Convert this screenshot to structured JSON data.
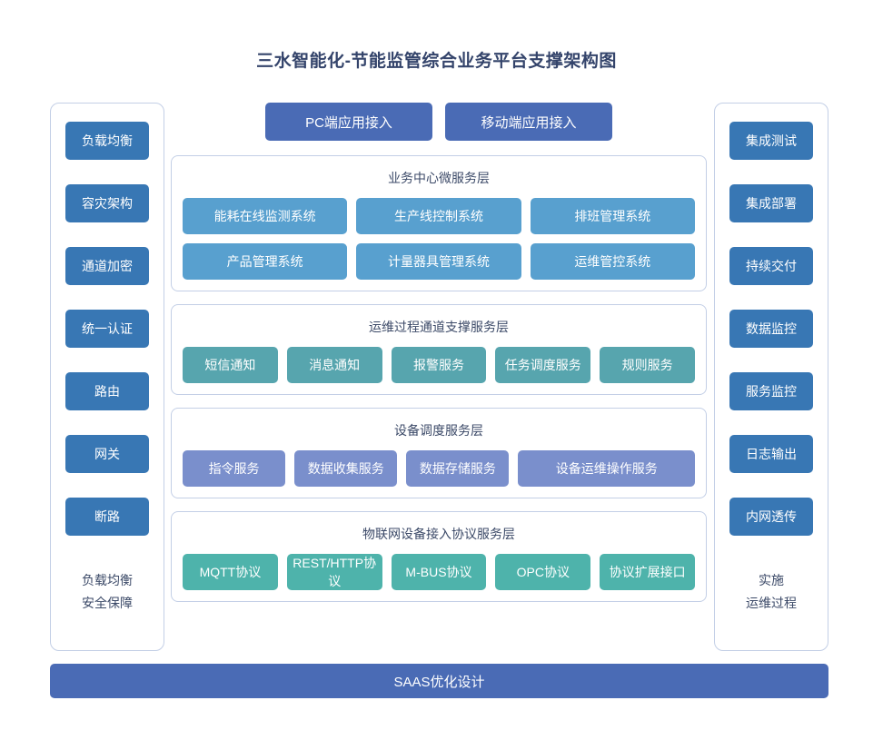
{
  "title": "三水智能化-节能监管综合业务平台支撑架构图",
  "colors": {
    "sidebar_button": "#3877b4",
    "access_box": "#4a6bb5",
    "business_layer": "#58a0cf",
    "support_layer": "#57a5ae",
    "device_layer": "#7a8fcc",
    "iot_layer": "#4eb3ab",
    "bottom_bar": "#4a6bb5",
    "card_border": "#c3cfe6",
    "title_text": "#34446b",
    "background": "#ffffff"
  },
  "left_column": {
    "items": [
      {
        "label": "负载均衡"
      },
      {
        "label": "容灾架构"
      },
      {
        "label": "通道加密"
      },
      {
        "label": "统一认证"
      },
      {
        "label": "路由"
      },
      {
        "label": "网关"
      },
      {
        "label": "断路"
      }
    ],
    "caption_line1": "负载均衡",
    "caption_line2": "安全保障"
  },
  "right_column": {
    "items": [
      {
        "label": "集成测试"
      },
      {
        "label": "集成部署"
      },
      {
        "label": "持续交付"
      },
      {
        "label": "数据监控"
      },
      {
        "label": "服务监控"
      },
      {
        "label": "日志输出"
      },
      {
        "label": "内网透传"
      }
    ],
    "caption_line1": "实施",
    "caption_line2": "运维过程"
  },
  "access_row": [
    {
      "label": "PC端应用接入"
    },
    {
      "label": "移动端应用接入"
    }
  ],
  "layers": [
    {
      "id": "business",
      "title": "业务中心微服务层",
      "rows": [
        [
          {
            "label": "能耗在线监测系统"
          },
          {
            "label": "生产线控制系统"
          },
          {
            "label": "排班管理系统"
          }
        ],
        [
          {
            "label": "产品管理系统"
          },
          {
            "label": "计量器具管理系统"
          },
          {
            "label": "运维管控系统"
          }
        ]
      ]
    },
    {
      "id": "support",
      "title": "运维过程通道支撑服务层",
      "rows": [
        [
          {
            "label": "短信通知"
          },
          {
            "label": "消息通知"
          },
          {
            "label": "报警服务"
          },
          {
            "label": "任务调度服务"
          },
          {
            "label": "规则服务"
          }
        ]
      ]
    },
    {
      "id": "device",
      "title": "设备调度服务层",
      "rows": [
        [
          {
            "label": "指令服务"
          },
          {
            "label": "数据收集服务"
          },
          {
            "label": "数据存储服务"
          },
          {
            "label": "设备运维操作服务",
            "wide": true
          }
        ]
      ]
    },
    {
      "id": "iot",
      "title": "物联网设备接入协议服务层",
      "rows": [
        [
          {
            "label": "MQTT协议"
          },
          {
            "label": "REST/HTTP协议"
          },
          {
            "label": "M-BUS协议"
          },
          {
            "label": "OPC协议"
          },
          {
            "label": "协议扩展接口"
          }
        ]
      ]
    }
  ],
  "bottom_bar": {
    "label": "SAAS优化设计"
  }
}
